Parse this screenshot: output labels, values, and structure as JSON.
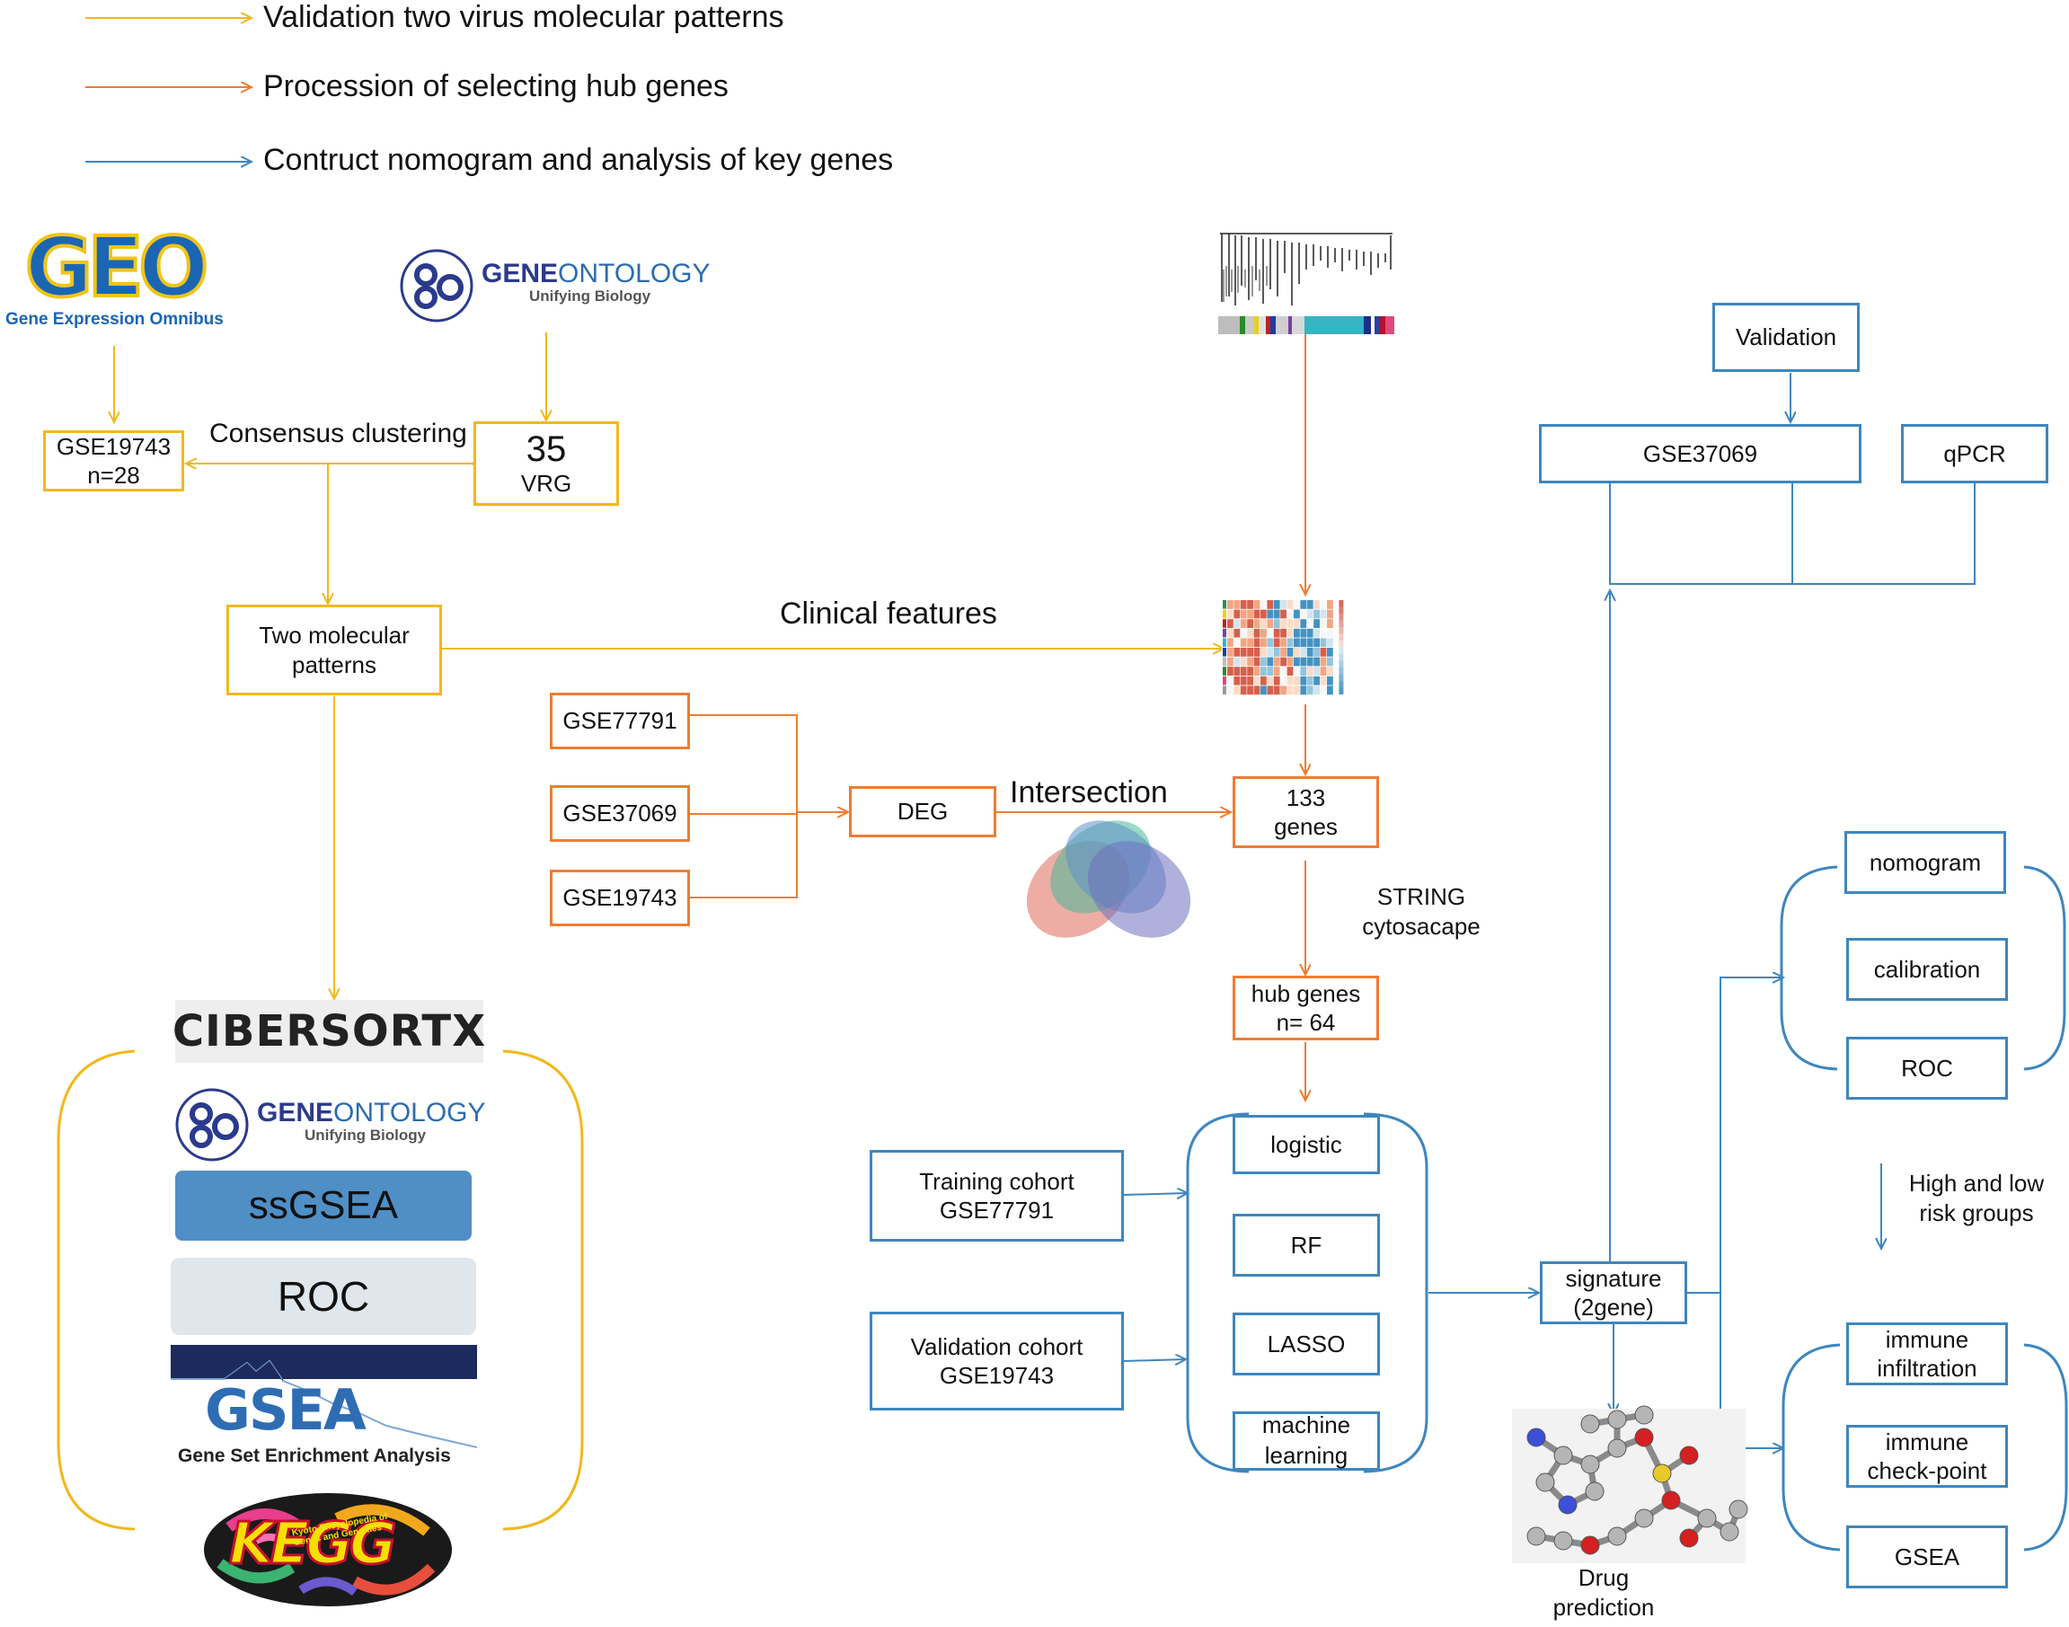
{
  "legend": [
    {
      "label": "Validation two virus molecular patterns",
      "color": "#F2B81C"
    },
    {
      "label": "Procession of selecting hub genes",
      "color": "#ED7D31"
    },
    {
      "label": "Contruct nomogram and analysis of key genes",
      "color": "#3E86BE"
    }
  ],
  "colors": {
    "yellow": "#F2B81C",
    "orange": "#ED7D31",
    "blue": "#3E86BE"
  },
  "geo": {
    "logo_text": "GEO",
    "subtitle": "Gene Expression Omnibus"
  },
  "geneontology": {
    "gene": "GENE",
    "ontology": "ONTOLOGY",
    "tagline": "Unifying Biology"
  },
  "yellow_flow": {
    "gse_box": [
      "GSE19743",
      "n=28"
    ],
    "consensus_label": "Consensus clustering",
    "vrg_box": {
      "number": "35",
      "label": "VRG"
    },
    "patterns_box": [
      "Two molecular",
      "patterns"
    ],
    "clinical_label": "Clinical features"
  },
  "tools": {
    "cibersortx": "CIBERSORTX",
    "ssgsea": "ssGSEA",
    "roc": "ROC",
    "gsea_logo": "GSEA",
    "gsea_caption": "Gene Set Enrichment Analysis",
    "kegg_logo": "KEGG",
    "kegg_caption": "Kyoto Encyclopedia of Genes and Genomes"
  },
  "orange_flow": {
    "datasets": [
      "GSE77791",
      "GSE37069",
      "GSE19743"
    ],
    "deg": "DEG",
    "intersection_label": "Intersection",
    "genes_box": [
      "133",
      "genes"
    ],
    "string_label": [
      "STRING",
      "cytosacape"
    ],
    "hub_box": [
      "hub genes",
      "n= 64"
    ]
  },
  "blue_flow": {
    "training": [
      "Training cohort",
      "GSE77791"
    ],
    "validation_cohort": [
      "Validation cohort",
      "GSE19743"
    ],
    "methods": [
      "logistic",
      "RF",
      "LASSO",
      "machine learning"
    ],
    "signature": [
      "signature",
      "(2gene)"
    ],
    "drug": [
      "Drug",
      "prediction"
    ],
    "validation_box": "Validation",
    "gse37069": "GSE37069",
    "qpcr": "qPCR",
    "nomogram_group": [
      "nomogram",
      "calibration",
      "ROC"
    ],
    "risk_label": [
      "High and low",
      "risk groups"
    ],
    "immune_group": [
      "immune infiltration",
      "immune check-point",
      "GSEA"
    ]
  }
}
